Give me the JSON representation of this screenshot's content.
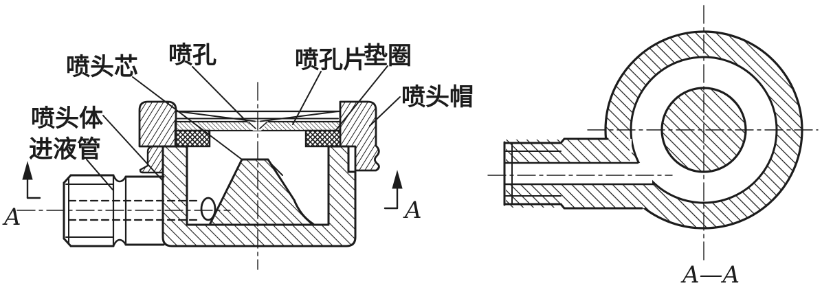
{
  "drawing": {
    "type": "engineering-section-drawing",
    "line_color": "#1c1c1c",
    "background_color": "#ffffff",
    "labels": {
      "nozzle_core": "喷头芯",
      "spray_hole": "喷孔",
      "orifice_plate": "喷孔片",
      "washer": "垫圈",
      "nozzle_cap": "喷头帽",
      "nozzle_body": "喷头体",
      "inlet_pipe": "进液管"
    },
    "section_markers": {
      "left": "A",
      "right": "A"
    },
    "section_view_title": "A—A"
  }
}
